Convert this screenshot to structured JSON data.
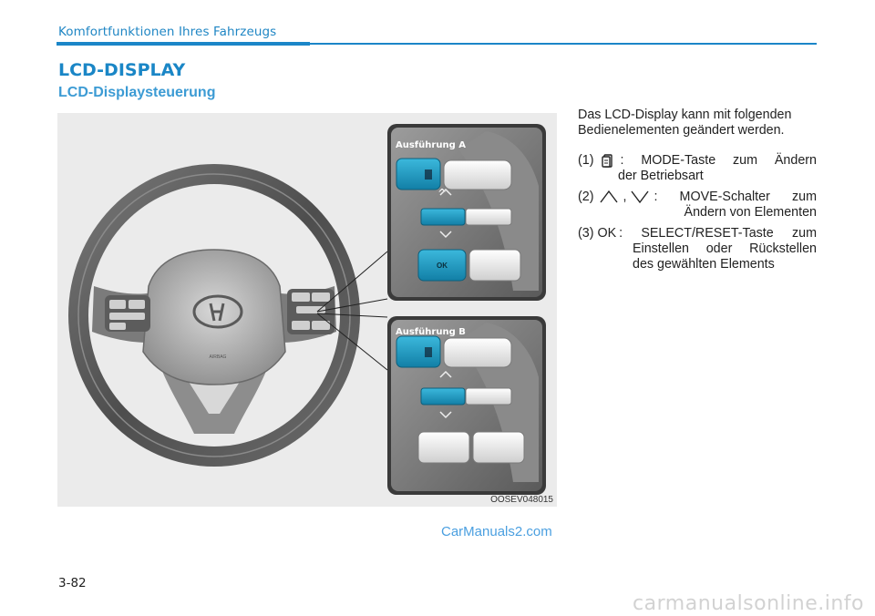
{
  "header": {
    "section": "Komfortfunktionen Ihres Fahrzeugs",
    "title": "LCD-DISPLAY",
    "subtitle": "LCD-Displaysteuerung"
  },
  "figure": {
    "code": "OOSEV048015",
    "panel_a_label": "Ausführung A",
    "panel_b_label": "Ausführung B",
    "ok_label": "OK",
    "airbag_label": "AIRBAG",
    "button_color": "#1b9bc4"
  },
  "description": {
    "intro": "Das LCD-Display kann mit folgenden Bedienelementen geändert werden.",
    "item1": {
      "num": "(1)",
      "text_line1": ": MODE-Taste zum Ändern",
      "text_line2": "der Betriebsart",
      "icon": "mode-icon"
    },
    "item2": {
      "num": "(2)",
      "comma": ",",
      "text_line1": ": MOVE-Schalter zum",
      "text_line2": "Ändern von Elementen",
      "icons": [
        "up-chevron-icon",
        "down-chevron-icon"
      ]
    },
    "item3": {
      "num": "(3) OK",
      "text_line1": ": SELECT/RESET-Taste zum",
      "text_line2": "Einstellen oder Rückstellen",
      "text_line3": "des gewählten Elements"
    }
  },
  "footer": {
    "page_number": "3-82",
    "watermark": "CarManuals2.com",
    "site": "carmanualsonline.info"
  },
  "colors": {
    "accent": "#1b86c8",
    "button_blue": "#1b9bc4"
  }
}
